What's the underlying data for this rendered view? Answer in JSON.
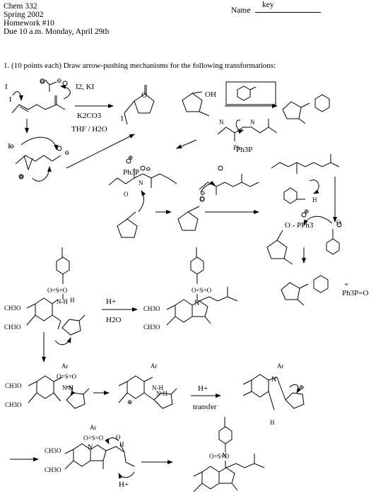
{
  "header": {
    "course": "Chem 332",
    "term": "Spring 2002",
    "assignment": "Homework #10",
    "due": "Due 10 a.m. Monday, April 29th",
    "name_label": "Name",
    "name_value": "key"
  },
  "question": {
    "text": "1. (10 points each) Draw arrow-pushing mechanisms for the following transformations:"
  },
  "scheme1": {
    "reagent_1": "I2, KI",
    "reagent_2": "K2CO3",
    "reagent_3": "THF / H2O",
    "iodide_1": "I",
    "iodide_2": "I",
    "iodide_3": "I",
    "product_iodo": "I",
    "ring_o": "O"
  },
  "scheme2": {
    "ph3p": "Ph3P",
    "ph3p_2": "Ph3P",
    "o_pph3": "O - PPh3",
    "byproduct_plus": "+",
    "byproduct": "Ph3P=O",
    "oh_label": "OH",
    "o_label": "O",
    "n_label": "N",
    "h_label": "H"
  },
  "scheme3": {
    "acid": "H+",
    "solvent": "H2O",
    "transfer_acid": "H+",
    "transfer_label": "transfer",
    "final_acid": "H+",
    "meo": "CH3O",
    "sulfonyl": "O=S=O",
    "ar": "Ar",
    "nh": "N-H",
    "n": "N",
    "o": "O",
    "h": "H"
  }
}
